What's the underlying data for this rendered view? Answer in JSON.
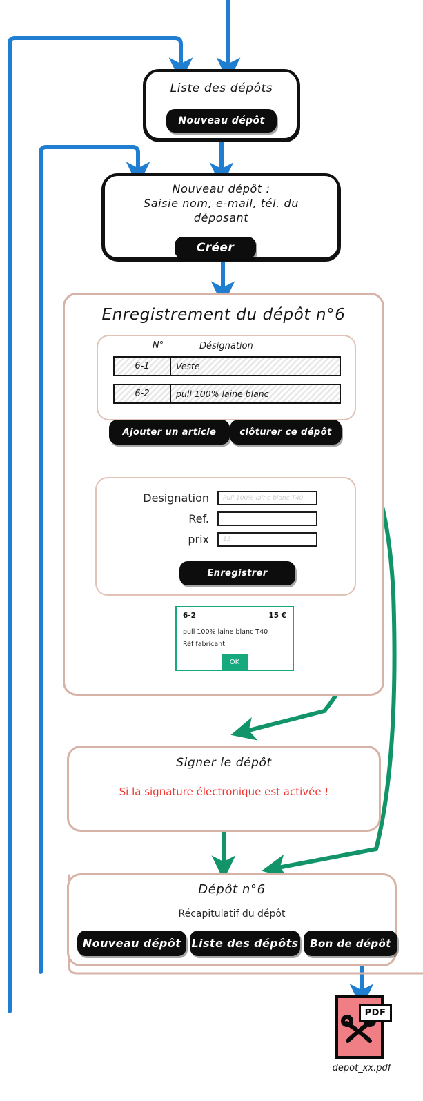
{
  "colors": {
    "blue_arrow": "#1f7ecf",
    "green_arrow": "#12946b",
    "panel_border": "#d6b3a6",
    "node_border": "#111111",
    "button_bg": "#0d0d0d",
    "warning_red": "#f1332e",
    "card_border": "#17a97e",
    "pdf_red": "#ef7f84"
  },
  "nodes": {
    "liste_depots": {
      "title": "Liste des dépôts",
      "button": "Nouveau dépôt"
    },
    "nouveau_depot": {
      "title_line1": "Nouveau dépôt :",
      "title_line2": "Saisie nom, e-mail, tél. du",
      "title_line3": "déposant",
      "button": "Créer"
    },
    "enregistrement": {
      "title": "Enregistrement du dépôt n°6",
      "table": {
        "headers": [
          "N°",
          "Désignation"
        ],
        "rows": [
          {
            "num": "6-1",
            "designation": "Veste"
          },
          {
            "num": "6-2",
            "designation": "pull 100% laine blanc"
          }
        ]
      },
      "buttons": {
        "add_article": "Ajouter un article",
        "close_depot": "clôturer ce dépôt"
      },
      "form": {
        "fields": [
          {
            "label": "Designation",
            "placeholder": "Pull 100% laine blanc T40",
            "value": ""
          },
          {
            "label": "Ref.",
            "placeholder": "",
            "value": ""
          },
          {
            "label": "prix",
            "placeholder": "15",
            "value": ""
          }
        ],
        "submit": "Enregistrer"
      },
      "label_card": {
        "num": "6-2",
        "price": "15 €",
        "designation": "pull 100% laine blanc T40",
        "ref_label": "Réf fabricant :",
        "ok_button": "OK"
      }
    },
    "signer": {
      "title": "Signer le dépôt",
      "warning": "Si la signature électronique est activée !"
    },
    "depot_final": {
      "title": "Dépôt n°6",
      "subtitle": "Récapitulatif du dépôt",
      "buttons": [
        "Nouveau dépôt",
        "Liste des dépôts",
        "Bon de dépôt"
      ]
    },
    "pdf": {
      "tag": "PDF",
      "filename": "depot_xx.pdf",
      "icon": "scissors-icon"
    }
  }
}
